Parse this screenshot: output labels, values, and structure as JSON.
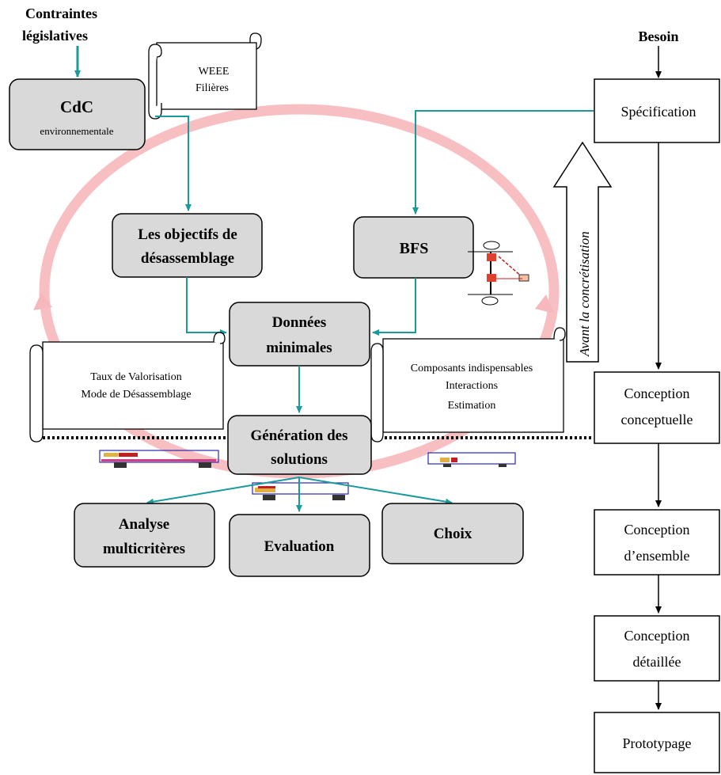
{
  "top_left": {
    "contraintes_line1": "Contraintes",
    "contraintes_line2": "législatives"
  },
  "boxes": {
    "cdc_title": "CdC",
    "cdc_sub": "environnementale",
    "objectifs_line1": "Les objectifs de",
    "objectifs_line2": "désassemblage",
    "bfs": "BFS",
    "donnees_line1": "Données",
    "donnees_line2": "minimales",
    "generation_line1": "Génération des",
    "generation_line2": "solutions",
    "analyse_line1": "Analyse",
    "analyse_line2": "multicritères",
    "evaluation": "Evaluation",
    "choix": "Choix"
  },
  "scrolls": {
    "weee_line1": "WEEE",
    "weee_line2": "Filières",
    "taux_line1": "Taux de Valorisation",
    "taux_line2": "Mode de Désassemblage",
    "comp_line1": "Composants indispensables",
    "comp_line2": "Interactions",
    "comp_line3": "Estimation"
  },
  "process": {
    "besoin": "Besoin",
    "specification": "Spécification",
    "conception_conceptuelle_line1": "Conception",
    "conception_conceptuelle_line2": "conceptuelle",
    "conception_ensemble_line1": "Conception",
    "conception_ensemble_line2": "d’ensemble",
    "conception_detaillee_line1": "Conception",
    "conception_detaillee_line2": "détaillée",
    "prototypage": "Prototypage"
  },
  "side_arrow_label": "Avant la concrétisation",
  "colors": {
    "teal": "#1a9a9a",
    "gray_box": "#d9d9d9",
    "cycle_pink": "#f7b8bd",
    "black": "#000000"
  }
}
